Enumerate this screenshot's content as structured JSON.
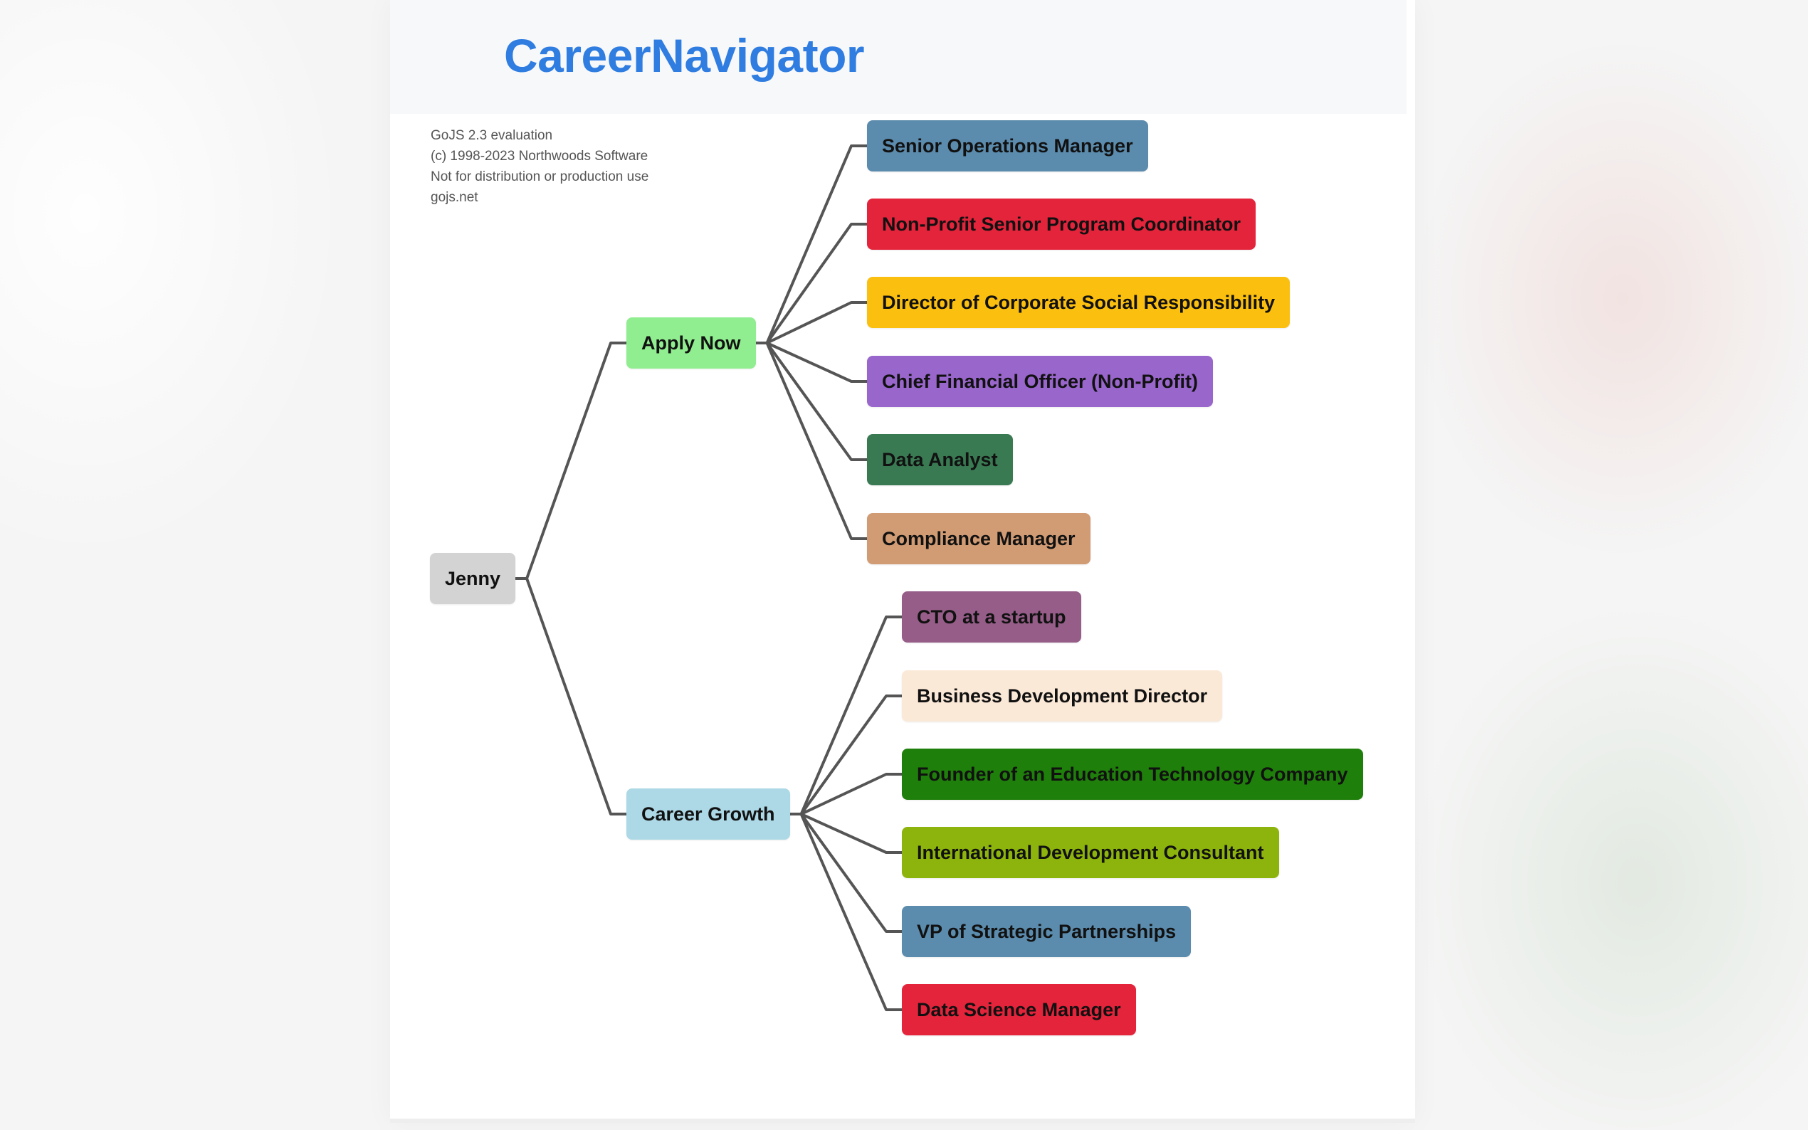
{
  "app": {
    "title": "CareerNavigator"
  },
  "watermark": {
    "lines": [
      "GoJS 2.3 evaluation",
      "(c) 1998-2023 Northwoods Software",
      "Not for distribution or production use",
      "gojs.net"
    ]
  },
  "tree": {
    "root": {
      "label": "Jenny",
      "color": "#d3d3d3"
    },
    "branches": [
      {
        "label": "Apply Now",
        "color": "#90ee90",
        "children": [
          {
            "label": "Senior Operations Manager",
            "color": "#5b8bad"
          },
          {
            "label": "Non-Profit Senior Program Coordinator",
            "color": "#e3243b"
          },
          {
            "label": "Director of Corporate Social Responsibility",
            "color": "#fbbf0f"
          },
          {
            "label": "Chief Financial Officer (Non-Profit)",
            "color": "#9966cc"
          },
          {
            "label": "Data Analyst",
            "color": "#3a7a53"
          },
          {
            "label": "Compliance Manager",
            "color": "#d19b74"
          }
        ]
      },
      {
        "label": "Career Growth",
        "color": "#add8e6",
        "children": [
          {
            "label": "CTO at a startup",
            "color": "#955d87"
          },
          {
            "label": "Business Development Director",
            "color": "#fbe9d7"
          },
          {
            "label": "Founder of an Education Technology Company",
            "color": "#1f7f0b"
          },
          {
            "label": "International Development Consultant",
            "color": "#8db40c"
          },
          {
            "label": "VP of Strategic Partnerships",
            "color": "#5b8bad"
          },
          {
            "label": "Data Science Manager",
            "color": "#e3243b"
          }
        ]
      }
    ]
  }
}
